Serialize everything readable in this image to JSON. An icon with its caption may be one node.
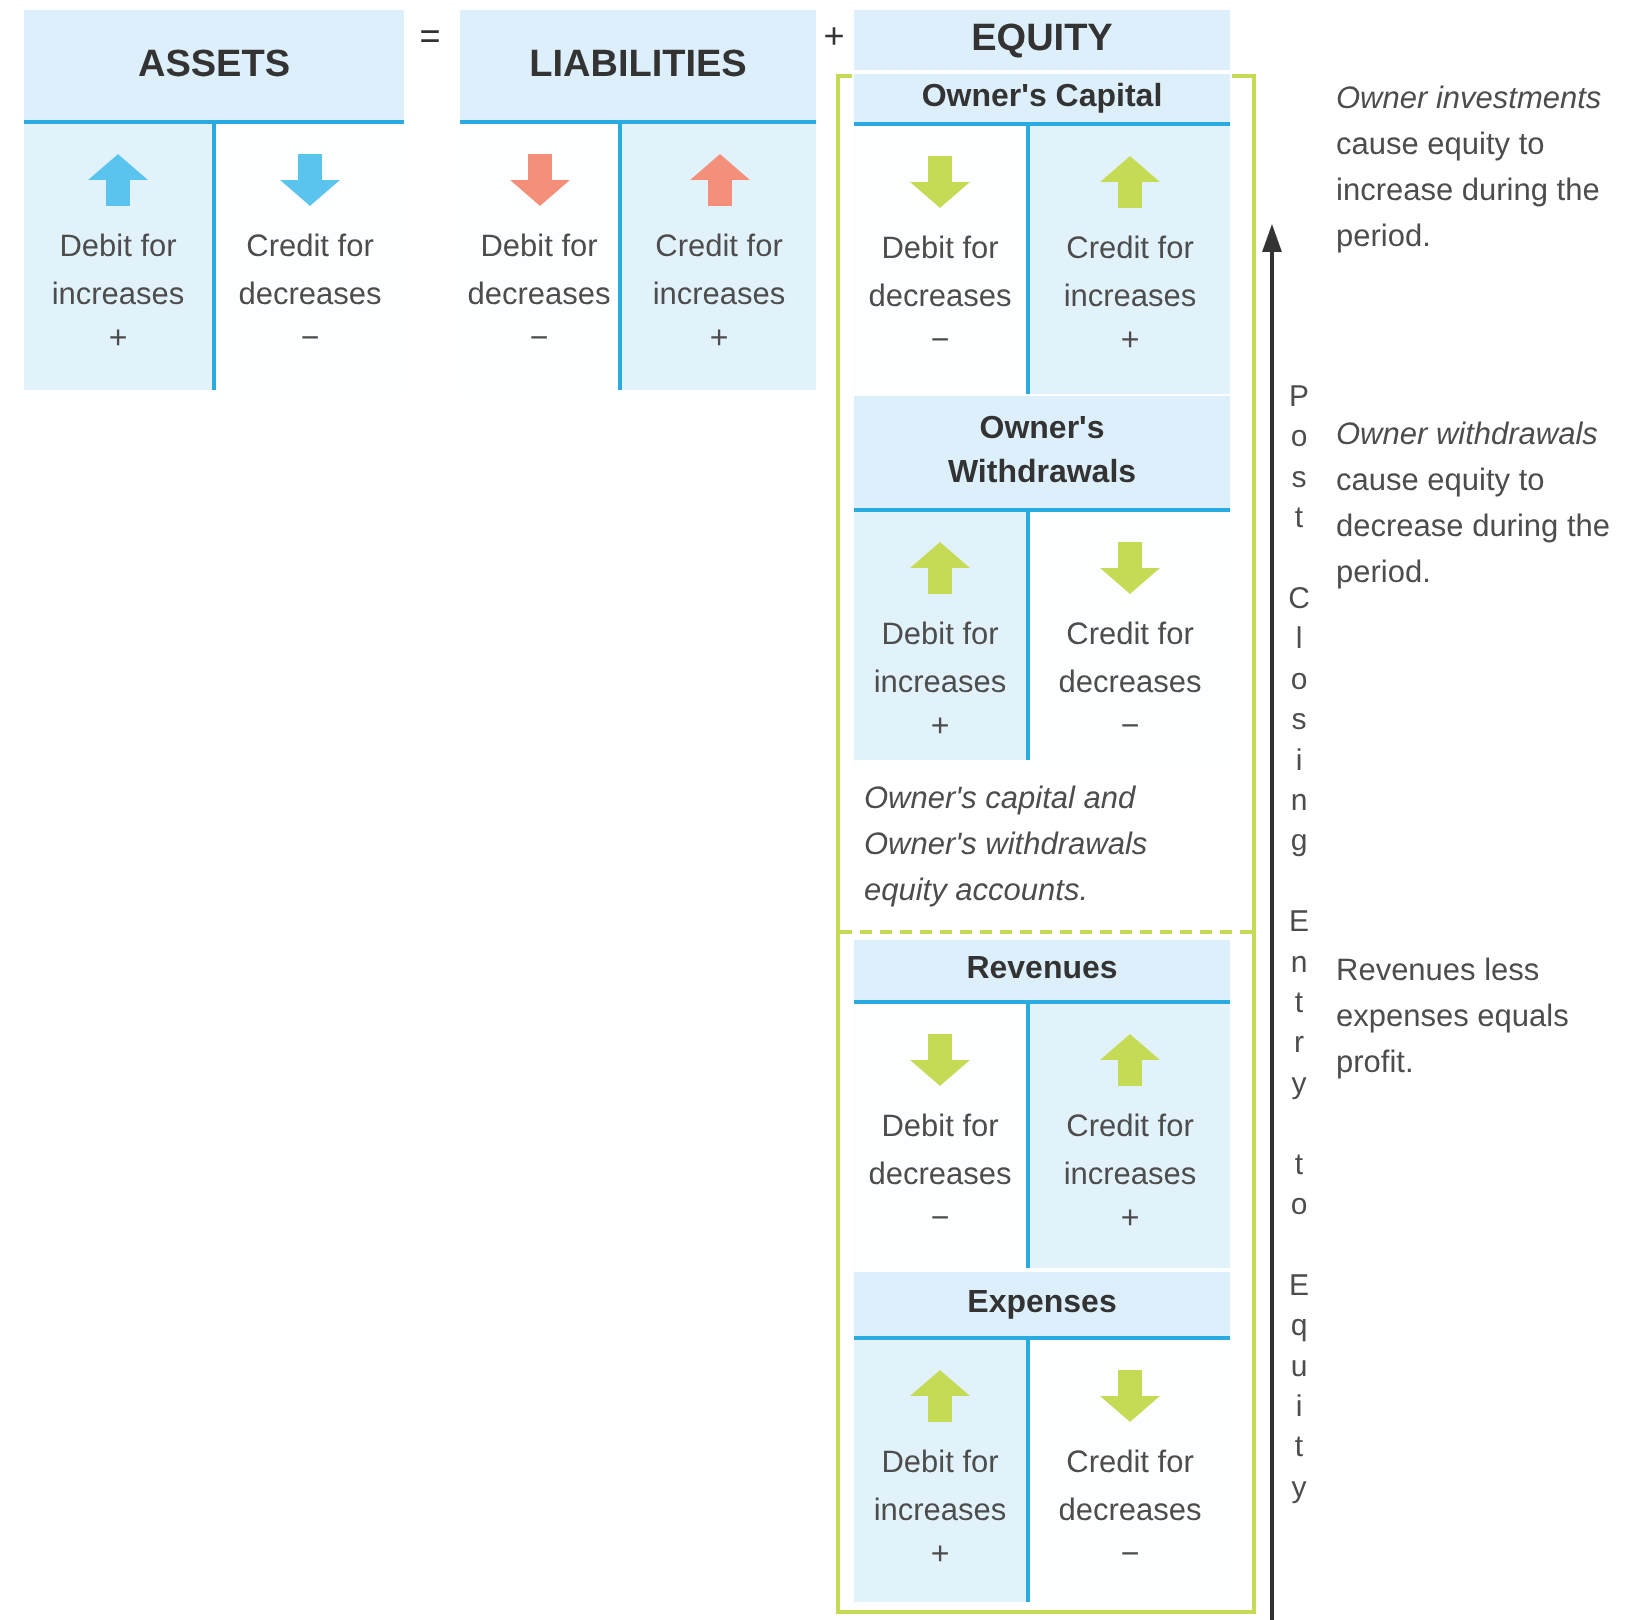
{
  "diagram": {
    "nodes": [
      {
        "text": [
          "ASSETS"
        ]
      },
      {
        "text": [
          "Debit for increases",
          "+"
        ],
        "in": 0
      },
      {
        "text": [
          "Credit for decreases",
          "−"
        ],
        "in": 0
      },
      {
        "text": [
          "LIABILITIES"
        ]
      },
      {
        "text": [
          "Debit for decreases",
          "−"
        ],
        "in": 3
      },
      {
        "text": [
          "Credit for increases",
          "+"
        ],
        "in": 3
      },
      {
        "text": [
          "EQUITY"
        ]
      },
      {
        "text": [
          "Owner's Capital"
        ],
        "in": 6
      },
      {
        "text": [
          "Debit for decreases",
          "−"
        ],
        "in": 7
      },
      {
        "text": [
          "Credit for increases",
          "+"
        ],
        "in": 7
      },
      {
        "text": [
          "Owner's Withdrawals"
        ],
        "in": 6
      },
      {
        "text": [
          "Debit for increases",
          "+"
        ],
        "in": 10
      },
      {
        "text": [
          "Credit for decreases",
          "−"
        ],
        "in": 10
      },
      {
        "text": [
          "Revenues"
        ],
        "in": 6
      },
      {
        "text": [
          "Debit for decreases",
          "−"
        ],
        "in": 13
      },
      {
        "text": [
          "Credit for increases",
          "+"
        ],
        "in": 13
      },
      {
        "text": [
          "Expenses"
        ],
        "in": 6
      },
      {
        "text": [
          "Debit for increases",
          "+"
        ],
        "in": 16
      },
      {
        "text": [
          "Credit for decreases",
          "−"
        ],
        "in": 16
      }
    ],
    "edges": [],
    "labels": [
      "=",
      "+",
      "*Owner investments* cause equity to increase during the period.",
      "Post Closing Entry to Equity",
      "*Owner withdrawals* cause equity to decrease during the period.",
      "Owner's capital and Owner's withdrawals equity accounts.",
      "Revenues less expenses equals profit."
    ]
  }
}
